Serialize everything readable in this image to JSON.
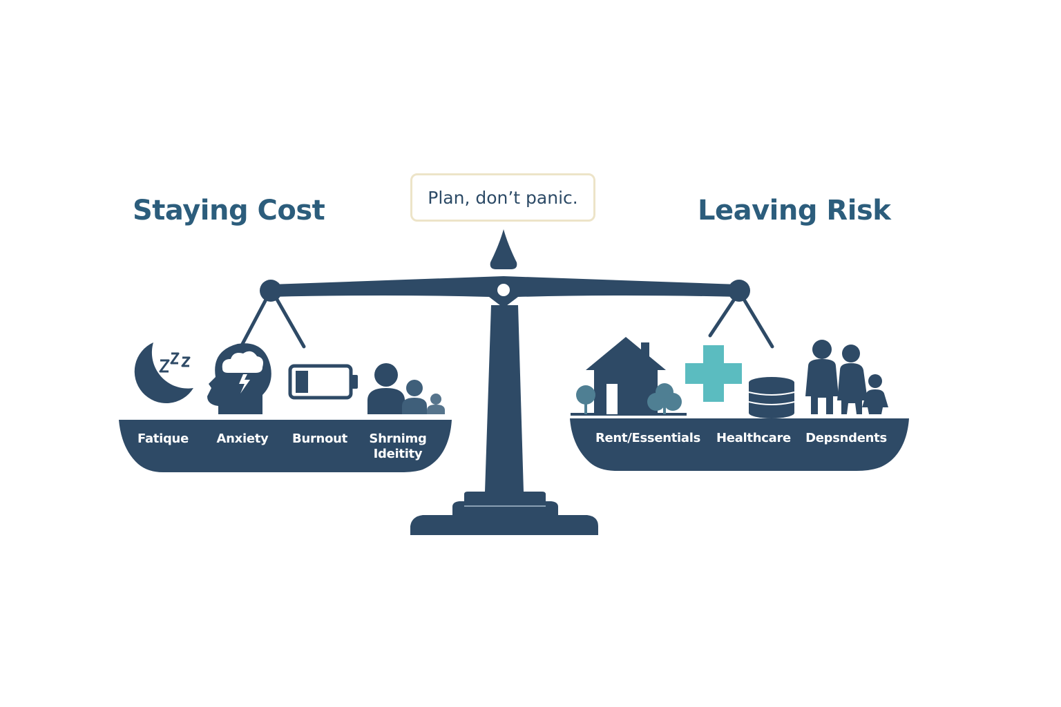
{
  "title_motto": "Plan, don’t panic.",
  "left": {
    "heading": "Staying Cost",
    "items": [
      {
        "label": "Fatique",
        "icon": "moon-sleep-icon"
      },
      {
        "label": "Anxiety",
        "icon": "head-storm-cloud-icon"
      },
      {
        "label": "Burnout",
        "icon": "low-battery-icon"
      },
      {
        "label": "Shrnimg",
        "label_line2": "Ideitity",
        "icon": "shrinking-people-icon"
      }
    ]
  },
  "right": {
    "heading": "Leaving Risk",
    "items": [
      {
        "label": "Rent/Essentials",
        "icon": "house-trees-icon"
      },
      {
        "label": "Healthcare",
        "icon": "medical-cross-coins-icon"
      },
      {
        "label": "Depsndents",
        "icon": "family-icon"
      }
    ]
  },
  "colors": {
    "navy": "#2e4a66",
    "heading": "#2c5d7c",
    "teal": "#5bbcc0",
    "tree": "#4f7f93",
    "motto_border": "#ede4c8"
  }
}
